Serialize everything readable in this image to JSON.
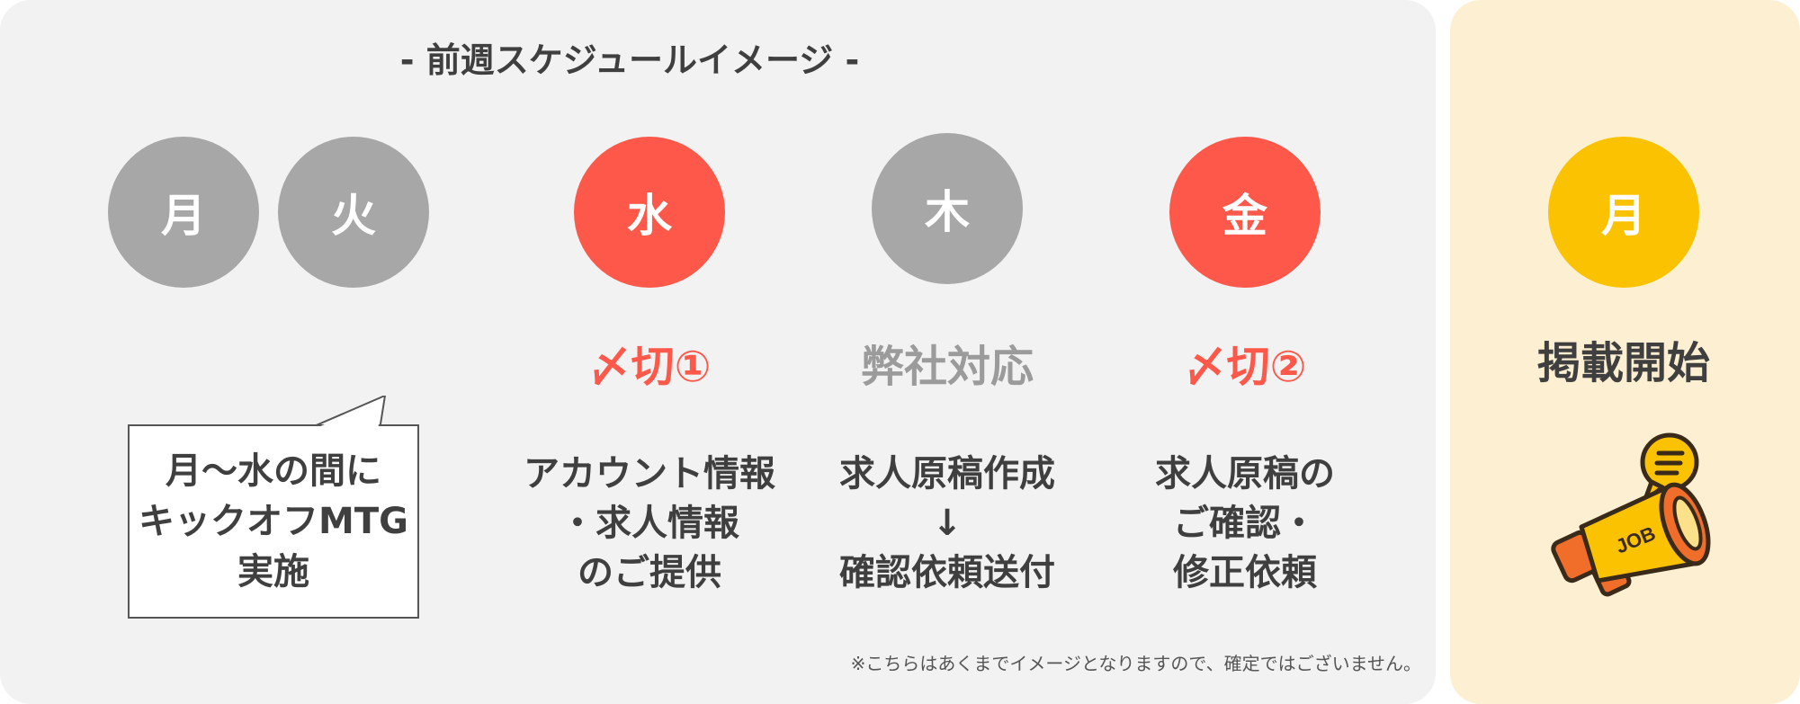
{
  "title": "- 前週スケジュールイメージ -",
  "days": [
    {
      "label": "月"
    },
    {
      "label": "火"
    },
    {
      "label": "水",
      "milestone": "〆切①",
      "desc": [
        "アカウント情報",
        "・求人情報",
        "のご提供"
      ]
    },
    {
      "label": "木",
      "milestone": "弊社対応",
      "desc": [
        "求人原稿作成",
        "↓",
        "確認依頼送付"
      ]
    },
    {
      "label": "金",
      "milestone": "〆切②",
      "desc": [
        "求人原稿の",
        "ご確認・",
        "修正依頼"
      ]
    }
  ],
  "callout": [
    "月〜水の間に",
    "キックオフMTG",
    "実施"
  ],
  "next": {
    "label": "月",
    "milestone": "掲載開始",
    "image_text": "JOB"
  },
  "note": "※こちらはあくまでイメージとなりますので、確定ではございません。",
  "colors": {
    "gray": "#a7a7a7",
    "red": "#fd5849",
    "yellow": "#fbc201",
    "panel": "#f2f2f2",
    "side_panel": "#fdf0d2"
  }
}
